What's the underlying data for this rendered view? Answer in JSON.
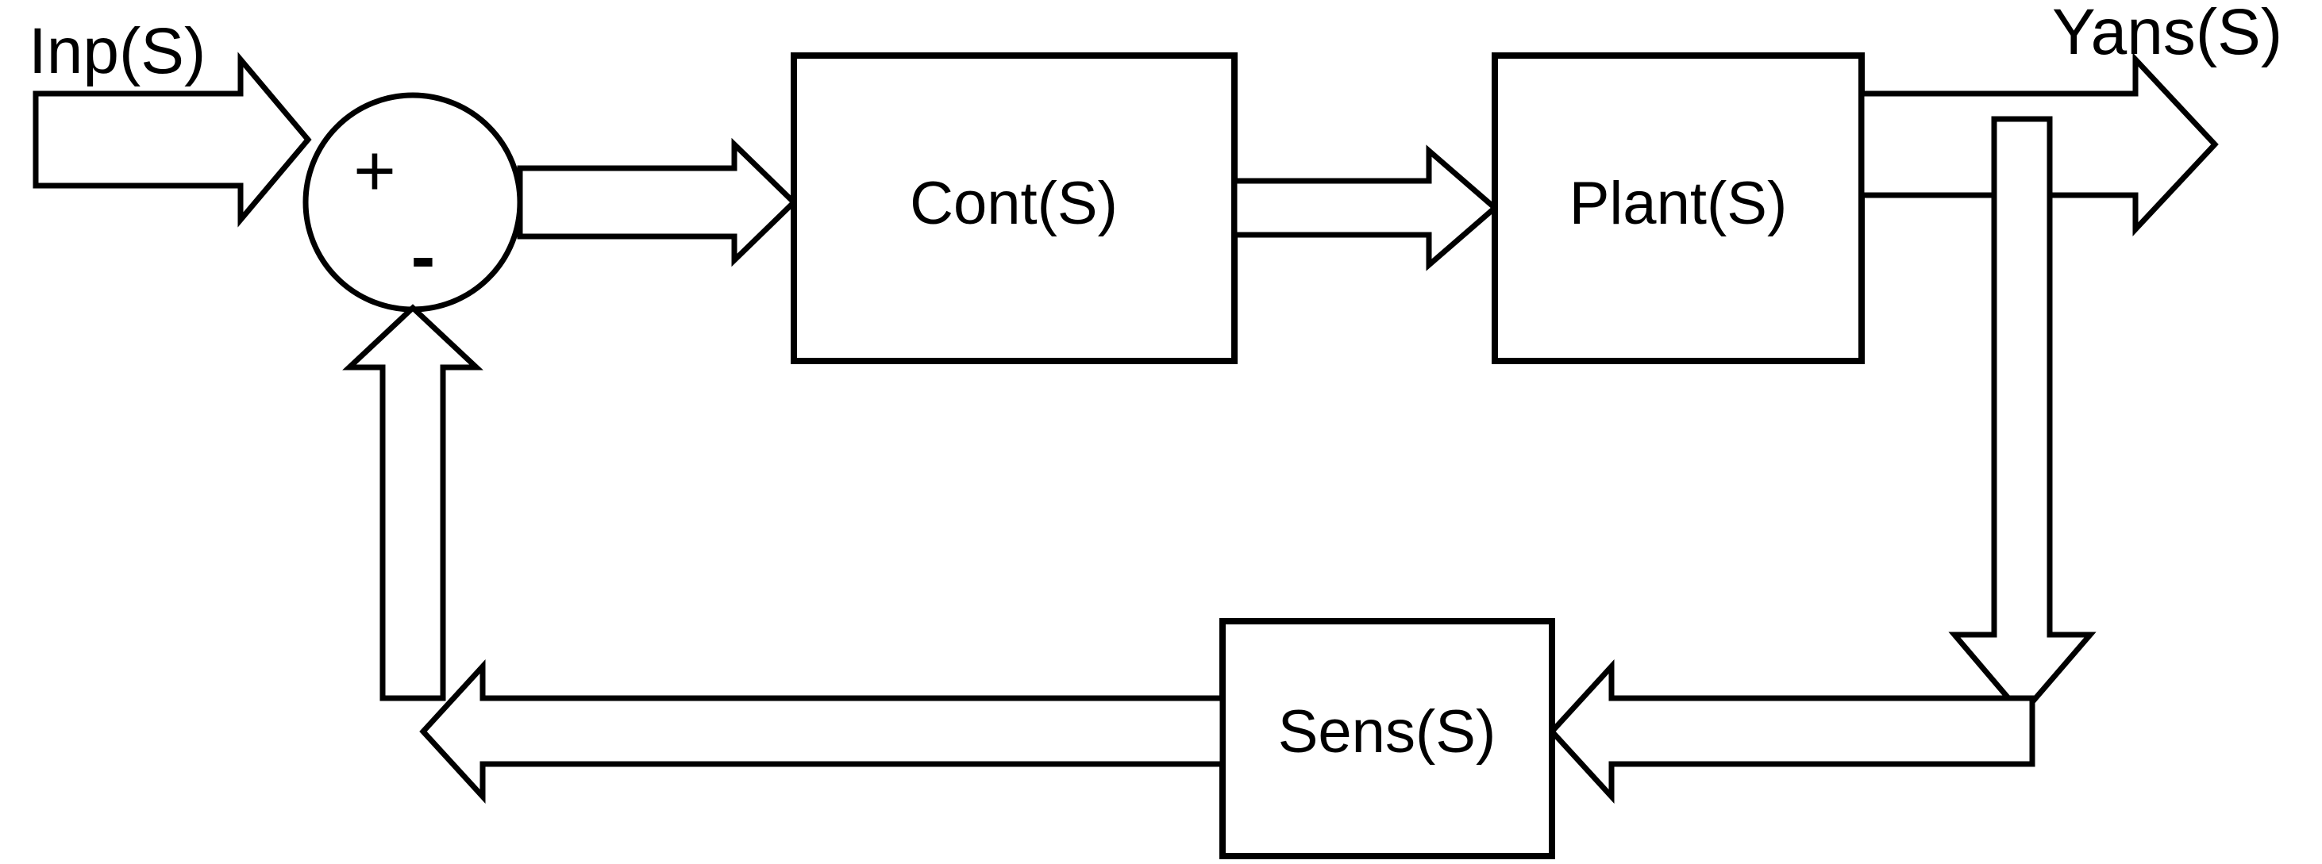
{
  "diagram": {
    "title": "Closed-loop control system block diagram",
    "type": "block-diagram",
    "background_color": "#ffffff",
    "line_color": "#000000",
    "signals": {
      "input_label": "Inp(S)",
      "output_label": "Yans(S)"
    },
    "summing_junction": {
      "name": "summing-junction",
      "plus_sign": "+",
      "minus_sign": "-"
    },
    "blocks": [
      {
        "id": "controller",
        "label": "Cont(S)"
      },
      {
        "id": "plant",
        "label": "Plant(S)"
      },
      {
        "id": "sensor",
        "label": "Sens(S)"
      }
    ],
    "connections": [
      {
        "id": "input-arrow",
        "from": "Inp(S)",
        "to": "summing-junction",
        "direction": "right"
      },
      {
        "id": "error-arrow",
        "from": "summing-junction",
        "to": "Cont(S)",
        "direction": "right"
      },
      {
        "id": "control-arrow",
        "from": "Cont(S)",
        "to": "Plant(S)",
        "direction": "right"
      },
      {
        "id": "output-arrow",
        "from": "Plant(S)",
        "to": "Yans(S)",
        "direction": "right"
      },
      {
        "id": "feedback-tap-arrow",
        "from": "output",
        "to": "feedback-line",
        "direction": "down"
      },
      {
        "id": "sensor-input-arrow",
        "from": "feedback-line",
        "to": "Sens(S)",
        "direction": "left"
      },
      {
        "id": "sensor-output-arrow",
        "from": "Sens(S)",
        "to": "feedback-riser",
        "direction": "left"
      },
      {
        "id": "feedback-riser-arrow",
        "from": "feedback-line",
        "to": "summing-junction",
        "direction": "up"
      }
    ]
  }
}
